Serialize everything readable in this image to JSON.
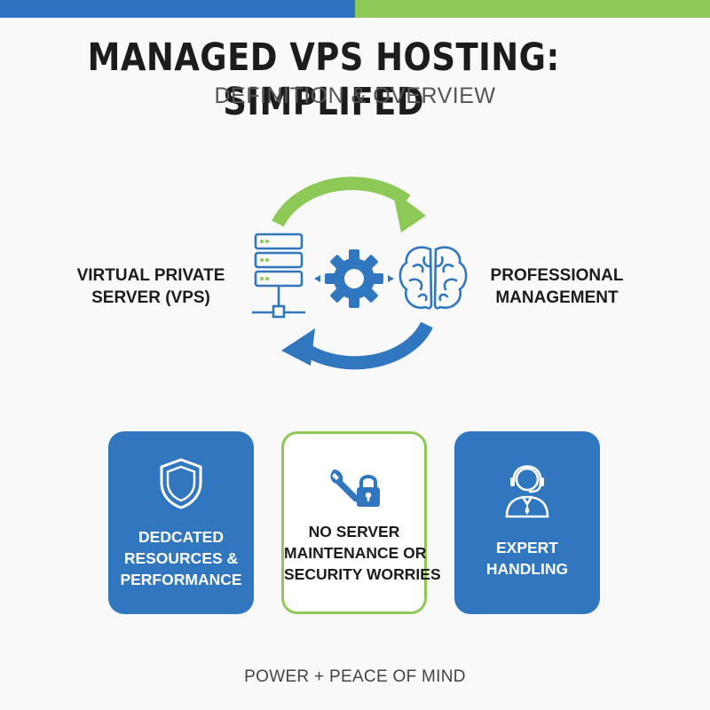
{
  "header": {
    "title": "MANAGED VPS HOSTING: SIMPLIFED",
    "subtitle": "DEFINITION & OVERVIEW"
  },
  "diagram": {
    "left_label": [
      "VIRTUAL PRIVATE",
      "SERVER (VPS)"
    ],
    "right_label": [
      "PROFESSIONAL",
      "MANAGEMENT"
    ],
    "icons": [
      "server-icon",
      "gear-icon",
      "brain-icon",
      "cycle-arrow-green",
      "cycle-arrow-blue"
    ]
  },
  "cards": [
    {
      "icon": "shield-icon",
      "lines": [
        "DEDCATED",
        "RESOURCES &",
        "PERFORMANCE"
      ],
      "style": "blue"
    },
    {
      "icon": "wrench-lock-icon",
      "lines": [
        "NO SERVER",
        "MAINTENANCE OR",
        "SECURITY WORRIES"
      ],
      "style": "white"
    },
    {
      "icon": "support-agent-icon",
      "lines": [
        "EXPERT",
        "HANDLING"
      ],
      "style": "blue"
    }
  ],
  "footer": {
    "tagline": "POWER + PEACE OF MIND"
  },
  "colors": {
    "blue": "#3077bf",
    "green": "#8cc956",
    "background": "#f9f9f9"
  }
}
